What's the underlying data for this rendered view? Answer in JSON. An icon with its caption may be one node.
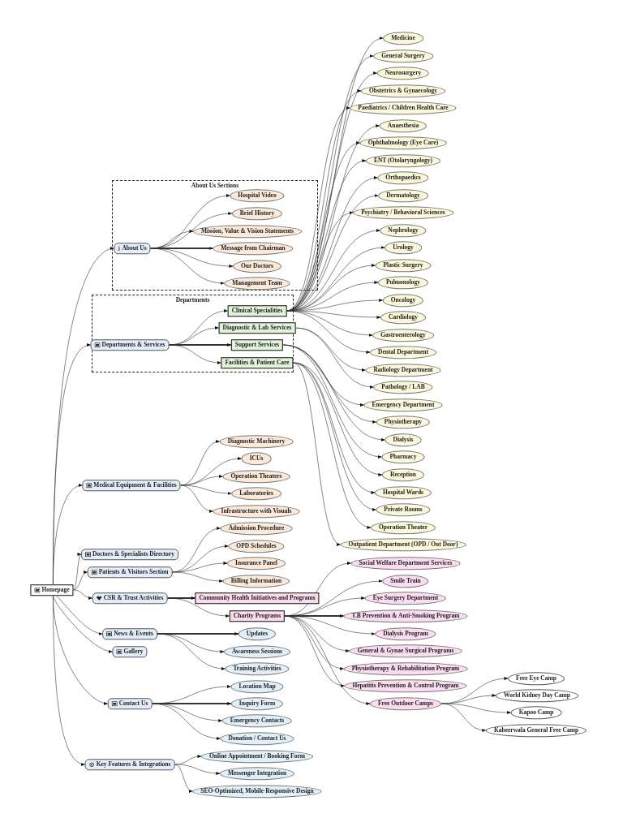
{
  "diagram": {
    "nodes": [
      {
        "text": [
          "About Us Sections"
        ]
      },
      {
        "text": [
          "About Us"
        ],
        "in": 0
      },
      {
        "text": [
          "Hospital Video"
        ],
        "in": 0
      },
      {
        "text": [
          "Brief History"
        ],
        "in": 0
      },
      {
        "text": [
          "Mission, Value & Vision Statements"
        ],
        "in": 0
      },
      {
        "text": [
          "Message from Chairman"
        ],
        "in": 0
      },
      {
        "text": [
          "Our Doctors"
        ],
        "in": 0
      },
      {
        "text": [
          "Management Team"
        ],
        "in": 0
      },
      {
        "text": [
          "Departments"
        ]
      },
      {
        "text": [
          "Departments & Services"
        ],
        "in": 8
      },
      {
        "text": [
          "Clinical Specialities"
        ],
        "in": 8
      },
      {
        "text": [
          "Diagnostic & Lab Services"
        ],
        "in": 8
      },
      {
        "text": [
          "Support Services"
        ],
        "in": 8
      },
      {
        "text": [
          "Facilities & Patient Care"
        ],
        "in": 8
      },
      {
        "text": [
          "Medicine"
        ]
      },
      {
        "text": [
          "General Surgery"
        ]
      },
      {
        "text": [
          "Neurosurgery"
        ]
      },
      {
        "text": [
          "Obstetrics & Gynaecology"
        ]
      },
      {
        "text": [
          "Paediatrics / Children Health Care"
        ]
      },
      {
        "text": [
          "Anaesthesia"
        ]
      },
      {
        "text": [
          "Ophthalmology (Eye Care)"
        ]
      },
      {
        "text": [
          "ENT (Otolaryngology)"
        ]
      },
      {
        "text": [
          "Orthopaedics"
        ]
      },
      {
        "text": [
          "Dermatology"
        ]
      },
      {
        "text": [
          "Psychiatry / Behavioral Sciences"
        ]
      },
      {
        "text": [
          "Nephrology"
        ]
      },
      {
        "text": [
          "Urology"
        ]
      },
      {
        "text": [
          "Plastic Surgery"
        ]
      },
      {
        "text": [
          "Pulmonology"
        ]
      },
      {
        "text": [
          "Oncology"
        ]
      },
      {
        "text": [
          "Cardiology"
        ]
      },
      {
        "text": [
          "Gastroenterology"
        ]
      },
      {
        "text": [
          "Dental Department"
        ]
      },
      {
        "text": [
          "Radiology Department"
        ]
      },
      {
        "text": [
          "Pathology / LAB"
        ]
      },
      {
        "text": [
          "Emergency Department"
        ]
      },
      {
        "text": [
          "Physiotherapy"
        ]
      },
      {
        "text": [
          "Dialysis"
        ]
      },
      {
        "text": [
          "Pharmacy"
        ]
      },
      {
        "text": [
          "Reception"
        ]
      },
      {
        "text": [
          "Hospital Wards"
        ]
      },
      {
        "text": [
          "Private Rooms"
        ]
      },
      {
        "text": [
          "Operation Theater"
        ]
      },
      {
        "text": [
          "Outpatient Department (OPD / Out Door)"
        ]
      },
      {
        "text": [
          "Medical Equipment & Facilities"
        ]
      },
      {
        "text": [
          "Diagnostic Machinery"
        ]
      },
      {
        "text": [
          "ICUs"
        ]
      },
      {
        "text": [
          "Operation Theaters"
        ]
      },
      {
        "text": [
          "Laboratories"
        ]
      },
      {
        "text": [
          "Infrastructure with Visuals"
        ]
      },
      {
        "text": [
          "Admission Procedure"
        ]
      },
      {
        "text": [
          "OPD Schedules"
        ]
      },
      {
        "text": [
          "Insurance Panel"
        ]
      },
      {
        "text": [
          "Billing Information"
        ]
      },
      {
        "text": [
          "Doctors & Specialists Directory"
        ]
      },
      {
        "text": [
          "Patients & Visitors Section"
        ]
      },
      {
        "text": [
          "Homepage"
        ]
      },
      {
        "text": [
          "CSR & Trust Activities"
        ]
      },
      {
        "text": [
          "Community Health Initiatives and Programs"
        ]
      },
      {
        "text": [
          "Charity Programs"
        ]
      },
      {
        "text": [
          "Social Welfare Department Services"
        ]
      },
      {
        "text": [
          "Smile Train"
        ]
      },
      {
        "text": [
          "Eye Surgery Department"
        ]
      },
      {
        "text": [
          "T.B Prevention & Anti-Smoking Program"
        ]
      },
      {
        "text": [
          "Dialysis Program"
        ]
      },
      {
        "text": [
          "General & Gynae Surgical Programs"
        ]
      },
      {
        "text": [
          "Physiotherapy & Rehabilitation Program"
        ]
      },
      {
        "text": [
          "Hepatitis Prevention & Control Program"
        ]
      },
      {
        "text": [
          "Free Outdoor Camps"
        ]
      },
      {
        "text": [
          "Free Eye Camp"
        ]
      },
      {
        "text": [
          "World Kidney Day Camp"
        ]
      },
      {
        "text": [
          "Kapoo Camp"
        ]
      },
      {
        "text": [
          "Kabeerwala General Free Camp"
        ]
      },
      {
        "text": [
          "News & Events"
        ]
      },
      {
        "text": [
          "Updates"
        ]
      },
      {
        "text": [
          "Awareness Sessions"
        ]
      },
      {
        "text": [
          "Training Activities"
        ]
      },
      {
        "text": [
          "Gallery"
        ]
      },
      {
        "text": [
          "Contact Us"
        ]
      },
      {
        "text": [
          "Location Map"
        ]
      },
      {
        "text": [
          "Inquiry Form"
        ]
      },
      {
        "text": [
          "Emergency Contacts"
        ]
      },
      {
        "text": [
          "Donation / Contact Us"
        ]
      },
      {
        "text": [
          "Key Features & Integrations"
        ]
      },
      {
        "text": [
          "Online Appointment / Booking Form"
        ]
      },
      {
        "text": [
          "Messenger Integration"
        ]
      },
      {
        "text": [
          "SEO-Optimized, Mobile-Responsive Design"
        ]
      }
    ],
    "edges": [
      {
        "from": 56,
        "to": 1,
        "arrow": "to"
      },
      {
        "from": 56,
        "to": 9,
        "arrow": "to"
      },
      {
        "from": 56,
        "to": 44,
        "arrow": "to"
      },
      {
        "from": 56,
        "to": 54,
        "arrow": "to"
      },
      {
        "from": 56,
        "to": 55,
        "arrow": "to"
      },
      {
        "from": 56,
        "to": 57,
        "arrow": "to"
      },
      {
        "from": 56,
        "to": 73,
        "arrow": "to"
      },
      {
        "from": 56,
        "to": 77,
        "arrow": "to"
      },
      {
        "from": 56,
        "to": 78,
        "arrow": "to"
      },
      {
        "from": 56,
        "to": 83,
        "arrow": "to"
      },
      {
        "from": 1,
        "to": 2,
        "arrow": "to"
      },
      {
        "from": 1,
        "to": 3,
        "arrow": "to"
      },
      {
        "from": 1,
        "to": 4,
        "arrow": "to"
      },
      {
        "from": 1,
        "to": 5,
        "arrow": "to",
        "style": "thick"
      },
      {
        "from": 1,
        "to": 6,
        "arrow": "to"
      },
      {
        "from": 1,
        "to": 7,
        "arrow": "to"
      },
      {
        "from": 9,
        "to": 10,
        "arrow": "to"
      },
      {
        "from": 9,
        "to": 11,
        "arrow": "to"
      },
      {
        "from": 9,
        "to": 12,
        "arrow": "to",
        "style": "thick"
      },
      {
        "from": 9,
        "to": 13,
        "arrow": "to"
      },
      {
        "from": 10,
        "to": 14,
        "arrow": "to"
      },
      {
        "from": 10,
        "to": 15,
        "arrow": "to"
      },
      {
        "from": 10,
        "to": 16,
        "arrow": "to"
      },
      {
        "from": 10,
        "to": 17,
        "arrow": "to"
      },
      {
        "from": 10,
        "to": 18,
        "arrow": "to"
      },
      {
        "from": 10,
        "to": 19,
        "arrow": "to"
      },
      {
        "from": 10,
        "to": 20,
        "arrow": "to"
      },
      {
        "from": 10,
        "to": 21,
        "arrow": "to"
      },
      {
        "from": 10,
        "to": 22,
        "arrow": "to"
      },
      {
        "from": 10,
        "to": 23,
        "arrow": "to"
      },
      {
        "from": 10,
        "to": 24,
        "arrow": "to"
      },
      {
        "from": 10,
        "to": 25,
        "arrow": "to"
      },
      {
        "from": 10,
        "to": 26,
        "arrow": "to"
      },
      {
        "from": 10,
        "to": 27,
        "arrow": "to"
      },
      {
        "from": 10,
        "to": 28,
        "arrow": "to"
      },
      {
        "from": 10,
        "to": 29,
        "arrow": "to"
      },
      {
        "from": 10,
        "to": 30,
        "arrow": "to"
      },
      {
        "from": 10,
        "to": 31,
        "arrow": "to"
      },
      {
        "from": 10,
        "to": 32,
        "arrow": "to"
      },
      {
        "from": 11,
        "to": 33,
        "arrow": "to"
      },
      {
        "from": 11,
        "to": 34,
        "arrow": "to"
      },
      {
        "from": 12,
        "to": 35,
        "arrow": "to"
      },
      {
        "from": 12,
        "to": 36,
        "arrow": "to"
      },
      {
        "from": 12,
        "to": 37,
        "arrow": "to"
      },
      {
        "from": 12,
        "to": 38,
        "arrow": "to"
      },
      {
        "from": 13,
        "to": 39,
        "arrow": "to"
      },
      {
        "from": 13,
        "to": 40,
        "arrow": "to"
      },
      {
        "from": 13,
        "to": 41,
        "arrow": "to"
      },
      {
        "from": 13,
        "to": 42,
        "arrow": "to"
      },
      {
        "from": 13,
        "to": 43,
        "arrow": "to"
      },
      {
        "from": 44,
        "to": 45,
        "arrow": "to"
      },
      {
        "from": 44,
        "to": 46,
        "arrow": "to"
      },
      {
        "from": 44,
        "to": 47,
        "arrow": "to"
      },
      {
        "from": 44,
        "to": 48,
        "arrow": "to"
      },
      {
        "from": 44,
        "to": 49,
        "arrow": "to"
      },
      {
        "from": 55,
        "to": 50,
        "arrow": "to"
      },
      {
        "from": 55,
        "to": 51,
        "arrow": "to"
      },
      {
        "from": 55,
        "to": 52,
        "arrow": "to"
      },
      {
        "from": 55,
        "to": 53,
        "arrow": "to"
      },
      {
        "from": 57,
        "to": 58,
        "arrow": "to",
        "style": "thick"
      },
      {
        "from": 57,
        "to": 59,
        "arrow": "to"
      },
      {
        "from": 59,
        "to": 60,
        "arrow": "to"
      },
      {
        "from": 59,
        "to": 61,
        "arrow": "to"
      },
      {
        "from": 59,
        "to": 62,
        "arrow": "to"
      },
      {
        "from": 59,
        "to": 63,
        "arrow": "to",
        "style": "thick"
      },
      {
        "from": 59,
        "to": 64,
        "arrow": "to"
      },
      {
        "from": 59,
        "to": 65,
        "arrow": "to"
      },
      {
        "from": 59,
        "to": 66,
        "arrow": "to"
      },
      {
        "from": 59,
        "to": 67,
        "arrow": "to"
      },
      {
        "from": 59,
        "to": 68,
        "arrow": "to"
      },
      {
        "from": 68,
        "to": 69,
        "arrow": "to"
      },
      {
        "from": 68,
        "to": 70,
        "arrow": "to"
      },
      {
        "from": 68,
        "to": 71,
        "arrow": "to"
      },
      {
        "from": 68,
        "to": 72,
        "arrow": "to"
      },
      {
        "from": 73,
        "to": 74,
        "arrow": "to",
        "style": "thick"
      },
      {
        "from": 73,
        "to": 75,
        "arrow": "to"
      },
      {
        "from": 73,
        "to": 76,
        "arrow": "to"
      },
      {
        "from": 78,
        "to": 79,
        "arrow": "to"
      },
      {
        "from": 78,
        "to": 80,
        "arrow": "to",
        "style": "thick"
      },
      {
        "from": 78,
        "to": 81,
        "arrow": "to"
      },
      {
        "from": 78,
        "to": 82,
        "arrow": "to"
      },
      {
        "from": 83,
        "to": 84,
        "arrow": "to"
      },
      {
        "from": 83,
        "to": 85,
        "arrow": "to"
      },
      {
        "from": 83,
        "to": 86,
        "arrow": "to"
      }
    ]
  }
}
